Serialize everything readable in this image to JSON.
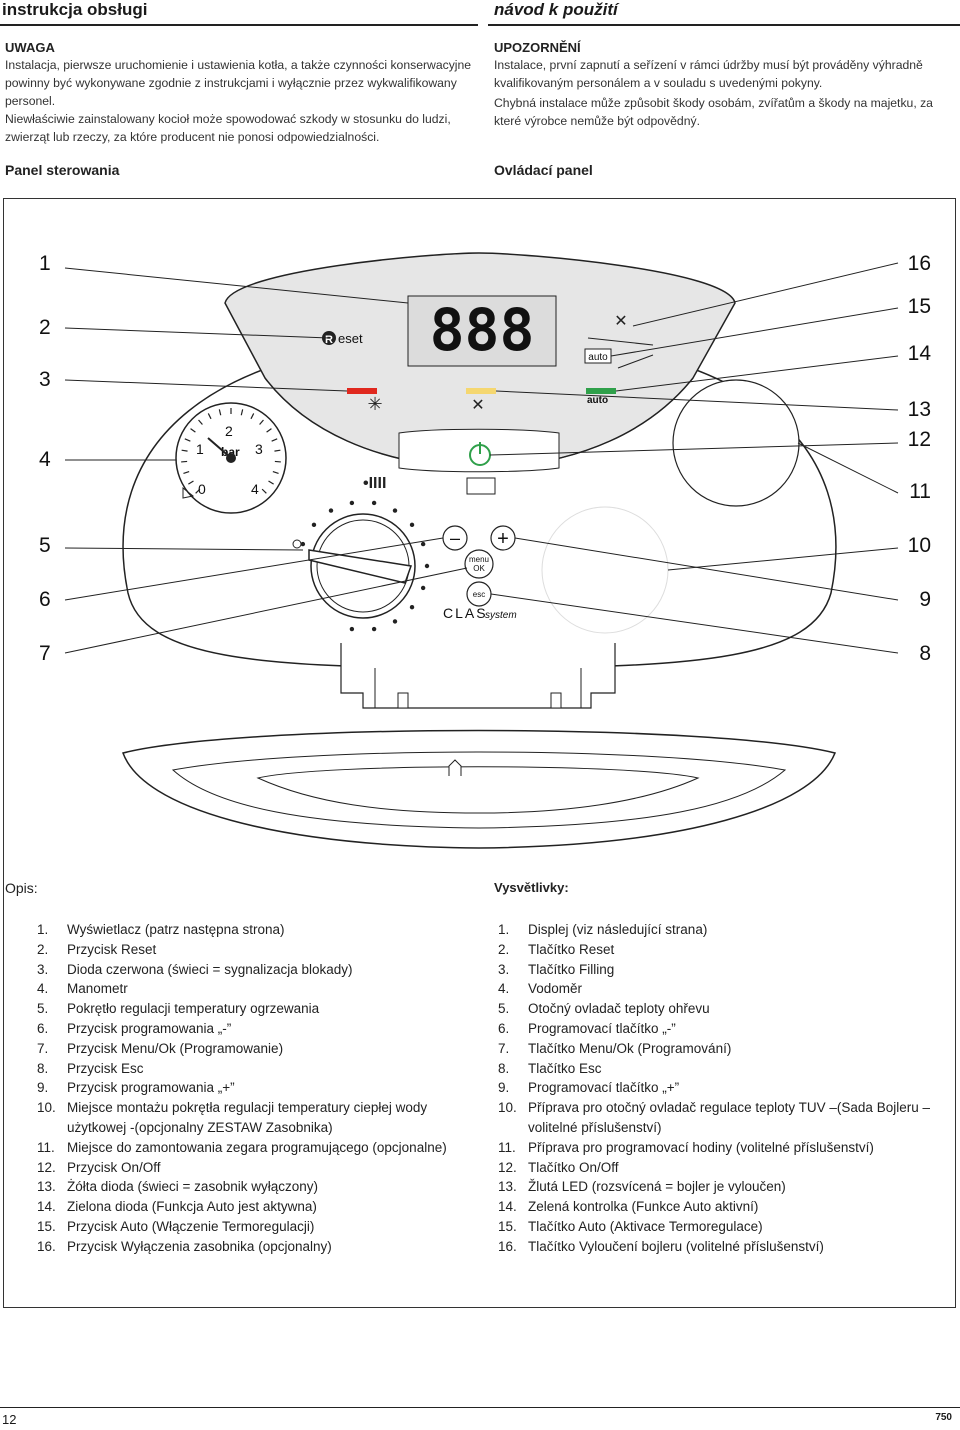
{
  "header": {
    "left_title": "instrukcja obsługi",
    "right_title": "návod k použití"
  },
  "warning_pl": {
    "title": "UWAGA",
    "text1": "Instalacja, pierwsze uruchomienie i ustawienia kotła, a także czynności konserwacyjne powinny być wykonywane zgodnie z instrukcjami i wyłącznie przez wykwalifikowany personel.",
    "text2": "Niewłaściwie zainstalowany kocioł może spowodować szkody w stosunku do ludzi, zwierząt lub rzeczy, za które producent nie ponosi odpowiedzialności."
  },
  "warning_cz": {
    "title": "UPOZORNĚNÍ",
    "text1": "Instalace, první zapnutí a seřízení v rámci údržby musí být prováděny výhradně kvalifikovaným personálem a v souladu s uvedenými pokyny.",
    "text2": "Chybná instalace může způsobit škody osobám, zvířatům a škody na majetku, za které výrobce nemůže být odpovědný."
  },
  "section": {
    "left": "Panel sterowania",
    "right": "Ovládací panel"
  },
  "panel": {
    "display_digits": "888",
    "reset_label": "eset",
    "reset_letter": "R",
    "bar_label": "bar",
    "gauge_ticks": [
      "0",
      "1",
      "2",
      "3",
      "4"
    ],
    "auto_label": "auto",
    "auto_label2": "auto",
    "menu_label": "menu",
    "ok_label": "OK",
    "esc_label": "esc",
    "brand_main": "CLAS",
    "brand_sub": "system",
    "minus": "–",
    "plus": "+",
    "left_numbers": [
      "1",
      "2",
      "3",
      "4",
      "5",
      "6",
      "7"
    ],
    "right_numbers": [
      "16",
      "15",
      "14",
      "13",
      "12",
      "11",
      "10",
      "9",
      "8"
    ],
    "colors": {
      "red_led": "#e0281e",
      "yellow_led": "#f5d770",
      "green_led": "#2fa04a",
      "power": "#2fa04a"
    }
  },
  "desc_pl": {
    "title": "Opis:",
    "items": [
      {
        "n": "1.",
        "t": "Wyświetlacz (patrz następna strona)"
      },
      {
        "n": "2.",
        "t": "Przycisk Reset"
      },
      {
        "n": "3.",
        "t": "Dioda czerwona (świeci = sygnalizacja blokady)"
      },
      {
        "n": "4.",
        "t": "Manometr"
      },
      {
        "n": "5.",
        "t": "Pokrętło regulacji temperatury ogrzewania"
      },
      {
        "n": "6.",
        "t": "Przycisk programowania „-”"
      },
      {
        "n": "7.",
        "t": "Przycisk Menu/Ok (Programowanie)"
      },
      {
        "n": "8.",
        "t": "Przycisk Esc"
      },
      {
        "n": "9.",
        "t": "Przycisk programowania „+”"
      },
      {
        "n": "10.",
        "t": "Miejsce montażu pokrętła regulacji temperatury ciepłej wody użytkowej -(opcjonalny ZESTAW Zasobnika)"
      },
      {
        "n": "11.",
        "t": "Miejsce do zamontowania zegara programującego (opcjonalne)"
      },
      {
        "n": "12.",
        "t": "Przycisk On/Off"
      },
      {
        "n": "13.",
        "t": "Żółta dioda (świeci = zasobnik wyłączony)"
      },
      {
        "n": "14.",
        "t": "Zielona dioda (Funkcja Auto jest aktywna)"
      },
      {
        "n": "15.",
        "t": "Przycisk Auto (Włączenie Termoregulacji)"
      },
      {
        "n": "16.",
        "t": "Przycisk Wyłączenia zasobnika (opcjonalny)"
      }
    ]
  },
  "desc_cz": {
    "title": "Vysvětlivky:",
    "items": [
      {
        "n": "1.",
        "t": "Displej (viz následující strana)"
      },
      {
        "n": "2.",
        "t": "Tlačítko Reset"
      },
      {
        "n": "3.",
        "t": "Tlačítko Filling"
      },
      {
        "n": "4.",
        "t": "Vodoměr"
      },
      {
        "n": "5.",
        "t": "Otočný ovladač teploty ohřevu"
      },
      {
        "n": "6.",
        "t": "Programovací tlačítko „-”"
      },
      {
        "n": "7.",
        "t": "Tlačítko Menu/Ok (Programování)"
      },
      {
        "n": "8.",
        "t": "Tlačítko Esc"
      },
      {
        "n": "9.",
        "t": "Programovací tlačítko „+”"
      },
      {
        "n": "10.",
        "t": "Příprava pro otočný ovladač regulace teploty TUV –(Sada Bojleru – volitelné příslušenství)"
      },
      {
        "n": "11.",
        "t": "Příprava pro programovací hodiny (volitelné příslušenství)"
      },
      {
        "n": "12.",
        "t": "Tlačítko On/Off"
      },
      {
        "n": "13.",
        "t": "Žlutá LED (rozsvícená = bojler je vyloučen)"
      },
      {
        "n": "14.",
        "t": "Zelená kontrolka (Funkce Auto aktivní)"
      },
      {
        "n": "15.",
        "t": "Tlačítko Auto (Aktivace Termoregulace)"
      },
      {
        "n": "16.",
        "t": "Tlačítko Vyloučení bojleru (volitelné příslušenství)"
      }
    ]
  },
  "footer": {
    "page": "12",
    "code": "750"
  }
}
